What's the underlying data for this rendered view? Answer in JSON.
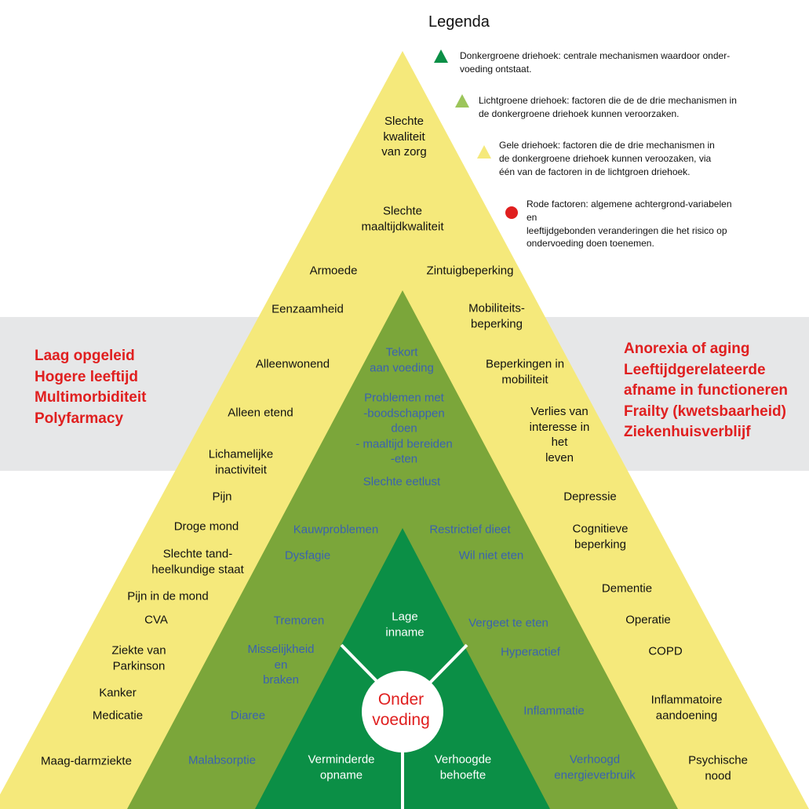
{
  "colors": {
    "yellow": "#f5e97b",
    "light_green": "#7ba63a",
    "dark_green": "#0b8f46",
    "band": "#e6e7e8",
    "red": "#e01f1f",
    "blue_text": "#3a62b0"
  },
  "legend": {
    "title": "Legenda",
    "items": [
      {
        "marker": "dark-green-triangle",
        "text": "Donkergroene driehoek: centrale mechanismen waardoor onder-\nvoeding ontstaat."
      },
      {
        "marker": "light-green-triangle",
        "text": "Lichtgroene driehoek: factoren die de de drie mechanismen in\nde donkergroene driehoek kunnen veroorzaken."
      },
      {
        "marker": "yellow-triangle",
        "text": "Gele driehoek: factoren die de drie mechanismen in\nde donkergroene driehoek kunnen veroozaken, via\néén van de factoren in de lichtgroen driehoek."
      },
      {
        "marker": "red-circle",
        "text": "Rode factoren: algemene achtergrond-variabelen\nen\nleeftijdgebonden veranderingen die het risico op\nondervoeding doen toenemen."
      }
    ]
  },
  "red_factors_left": [
    "Laag opgeleid",
    "Hogere leeftijd",
    "Multimorbiditeit",
    "Polyfarmacy"
  ],
  "red_factors_right": [
    "Anorexia of aging",
    "Leeftijdgerelateerde",
    "afname in functioneren",
    "Frailty (kwetsbaarheid)",
    "Ziekenhuisverblijf"
  ],
  "yellow_factors": [
    "Slechte\nkwaliteit\nvan zorg",
    "Slechte\nmaaltijdkwaliteit",
    "Armoede",
    "Zintuigbeperking",
    "Eenzaamheid",
    "Mobiliteits-\nbeperking",
    "Alleenwonend",
    "Beperkingen in\nmobiliteit",
    "Alleen etend",
    "Verlies van\ninteresse in\nhet\nleven",
    "Lichamelijke\ninactiviteit",
    "Pijn",
    "Depressie",
    "Droge mond",
    "Cognitieve\nbeperking",
    "Slechte tand-\nheelkundige staat",
    "Pijn in de mond",
    "Dementie",
    "CVA",
    "Operatie",
    "Ziekte van\nParkinson",
    "COPD",
    "Kanker",
    "Medicatie",
    "Inflammatoire\naandoening",
    "Maag-darmziekte",
    "Psychische\nnood"
  ],
  "green_factors": [
    "Tekort\naan voeding",
    "Problemen met\n-boodschappen\ndoen\n- maaltijd bereiden\n-eten",
    "Slechte eetlust",
    "Kauwproblemen",
    "Restrictief dieet",
    "Dysfagie",
    "Wil niet eten",
    "Tremoren",
    "Vergeet te eten",
    "Misselijkheid\nen\nbraken",
    "Hyperactief",
    "Diaree",
    "Inflammatie",
    "Malabsorptie",
    "Verhoogd\nenergieverbruik"
  ],
  "core": {
    "center": "Onder\nvoeding",
    "mechanisms": [
      "Lage\ninname",
      "Verminderde\nopname",
      "Verhoogde\nbehoefte"
    ]
  }
}
